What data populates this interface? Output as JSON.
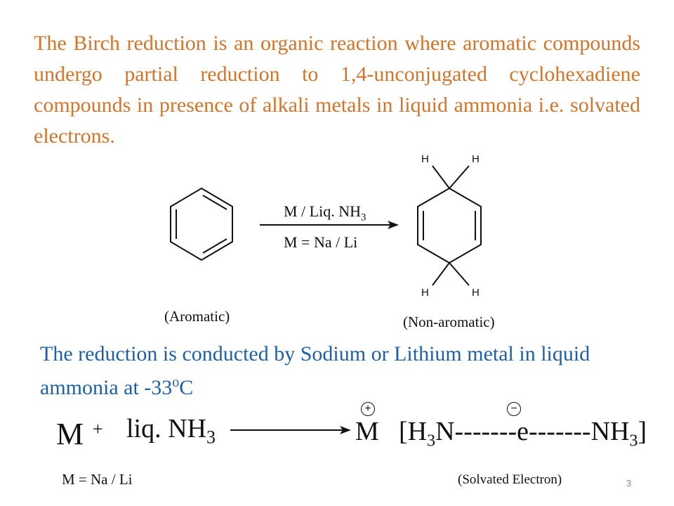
{
  "intro_text": "The Birch reduction is an organic reaction where aromatic compounds undergo partial reduction to 1,4-unconjugated cyclohexadiene compounds in presence of alkali metals in liquid ammonia i.e. solvated electrons.",
  "scheme1": {
    "condition_top": {
      "prefix": "M / Liq. NH",
      "sub": "3"
    },
    "condition_bottom": "M = Na / Li",
    "reactant_label": "(Aromatic)",
    "product_label": "(Non-aromatic)",
    "h_atom": "H"
  },
  "conditions_text": {
    "part1": "The reduction is conducted by Sodium or Lithium metal in liquid ammonia at -33",
    "sup": "o",
    "part2": "C"
  },
  "scheme2": {
    "metal": "M",
    "plus": "+",
    "reagent_prefix": "liq. NH",
    "reagent_sub": "3",
    "product_metal": "M",
    "complex": {
      "open": "[H",
      "sub1": "3",
      "mid": "N-------e-------NH",
      "sub2": "3",
      "close": "]"
    },
    "plus_sign": "+",
    "minus_sign": "−",
    "metal_note": "M = Na / Li",
    "product_note": "(Solvated Electron)"
  },
  "page_number": "3"
}
